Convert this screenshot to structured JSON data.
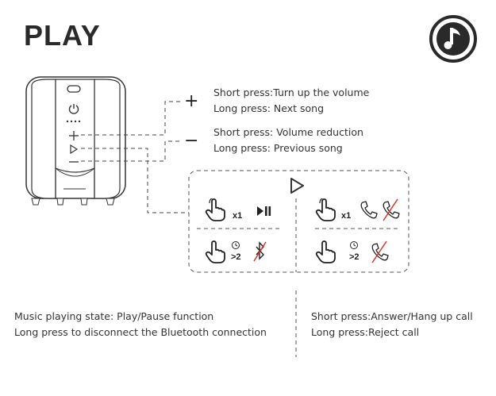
{
  "header": {
    "title": "PLAY"
  },
  "buttons": {
    "plus": {
      "symbol": "+",
      "short": "Short press:Turn up the volume",
      "long": "Long press: Next song"
    },
    "minus": {
      "symbol": "−",
      "short": "Short press: Volume reduction",
      "long": "Long press: Previous song"
    }
  },
  "diagram": {
    "tap_once": "x1",
    "hold_left": ">2",
    "tap_once_right": "x1",
    "hold_right": ">2"
  },
  "music": {
    "line1": "Music playing state: Play/Pause function",
    "line2": "Long press to disconnect the Bluetooth connection"
  },
  "call": {
    "line1": "Short press:Answer/Hang up call",
    "line2": "Long press:Reject call"
  },
  "icons": [
    "music-note-logo-icon",
    "power-icon",
    "volume-up-icon",
    "play-icon",
    "volume-down-icon",
    "tap-hand-icon",
    "play-pause-icon",
    "clock-icon",
    "bluetooth-off-icon",
    "phone-icon",
    "phone-reject-icon"
  ]
}
